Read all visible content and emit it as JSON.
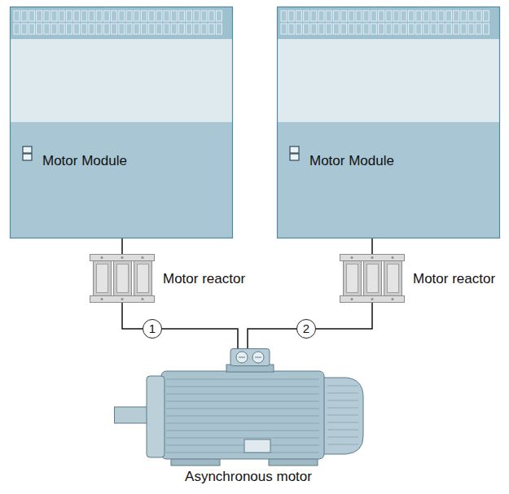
{
  "diagram": {
    "nodes": [
      {
        "text": [
          "Motor Module"
        ]
      },
      {
        "text": [
          "Motor Module"
        ]
      },
      {
        "text": [
          "Motor reactor"
        ]
      },
      {
        "text": [
          "Motor reactor"
        ]
      },
      {
        "text": [
          "Asynchronous motor"
        ]
      }
    ],
    "edges": [
      {
        "from": 0,
        "to": 2,
        "arrow": "none"
      },
      {
        "from": 2,
        "to": 4,
        "label": "1",
        "arrow": "none"
      },
      {
        "from": 1,
        "to": 3,
        "arrow": "none"
      },
      {
        "from": 3,
        "to": 4,
        "label": "2",
        "arrow": "none"
      }
    ]
  }
}
